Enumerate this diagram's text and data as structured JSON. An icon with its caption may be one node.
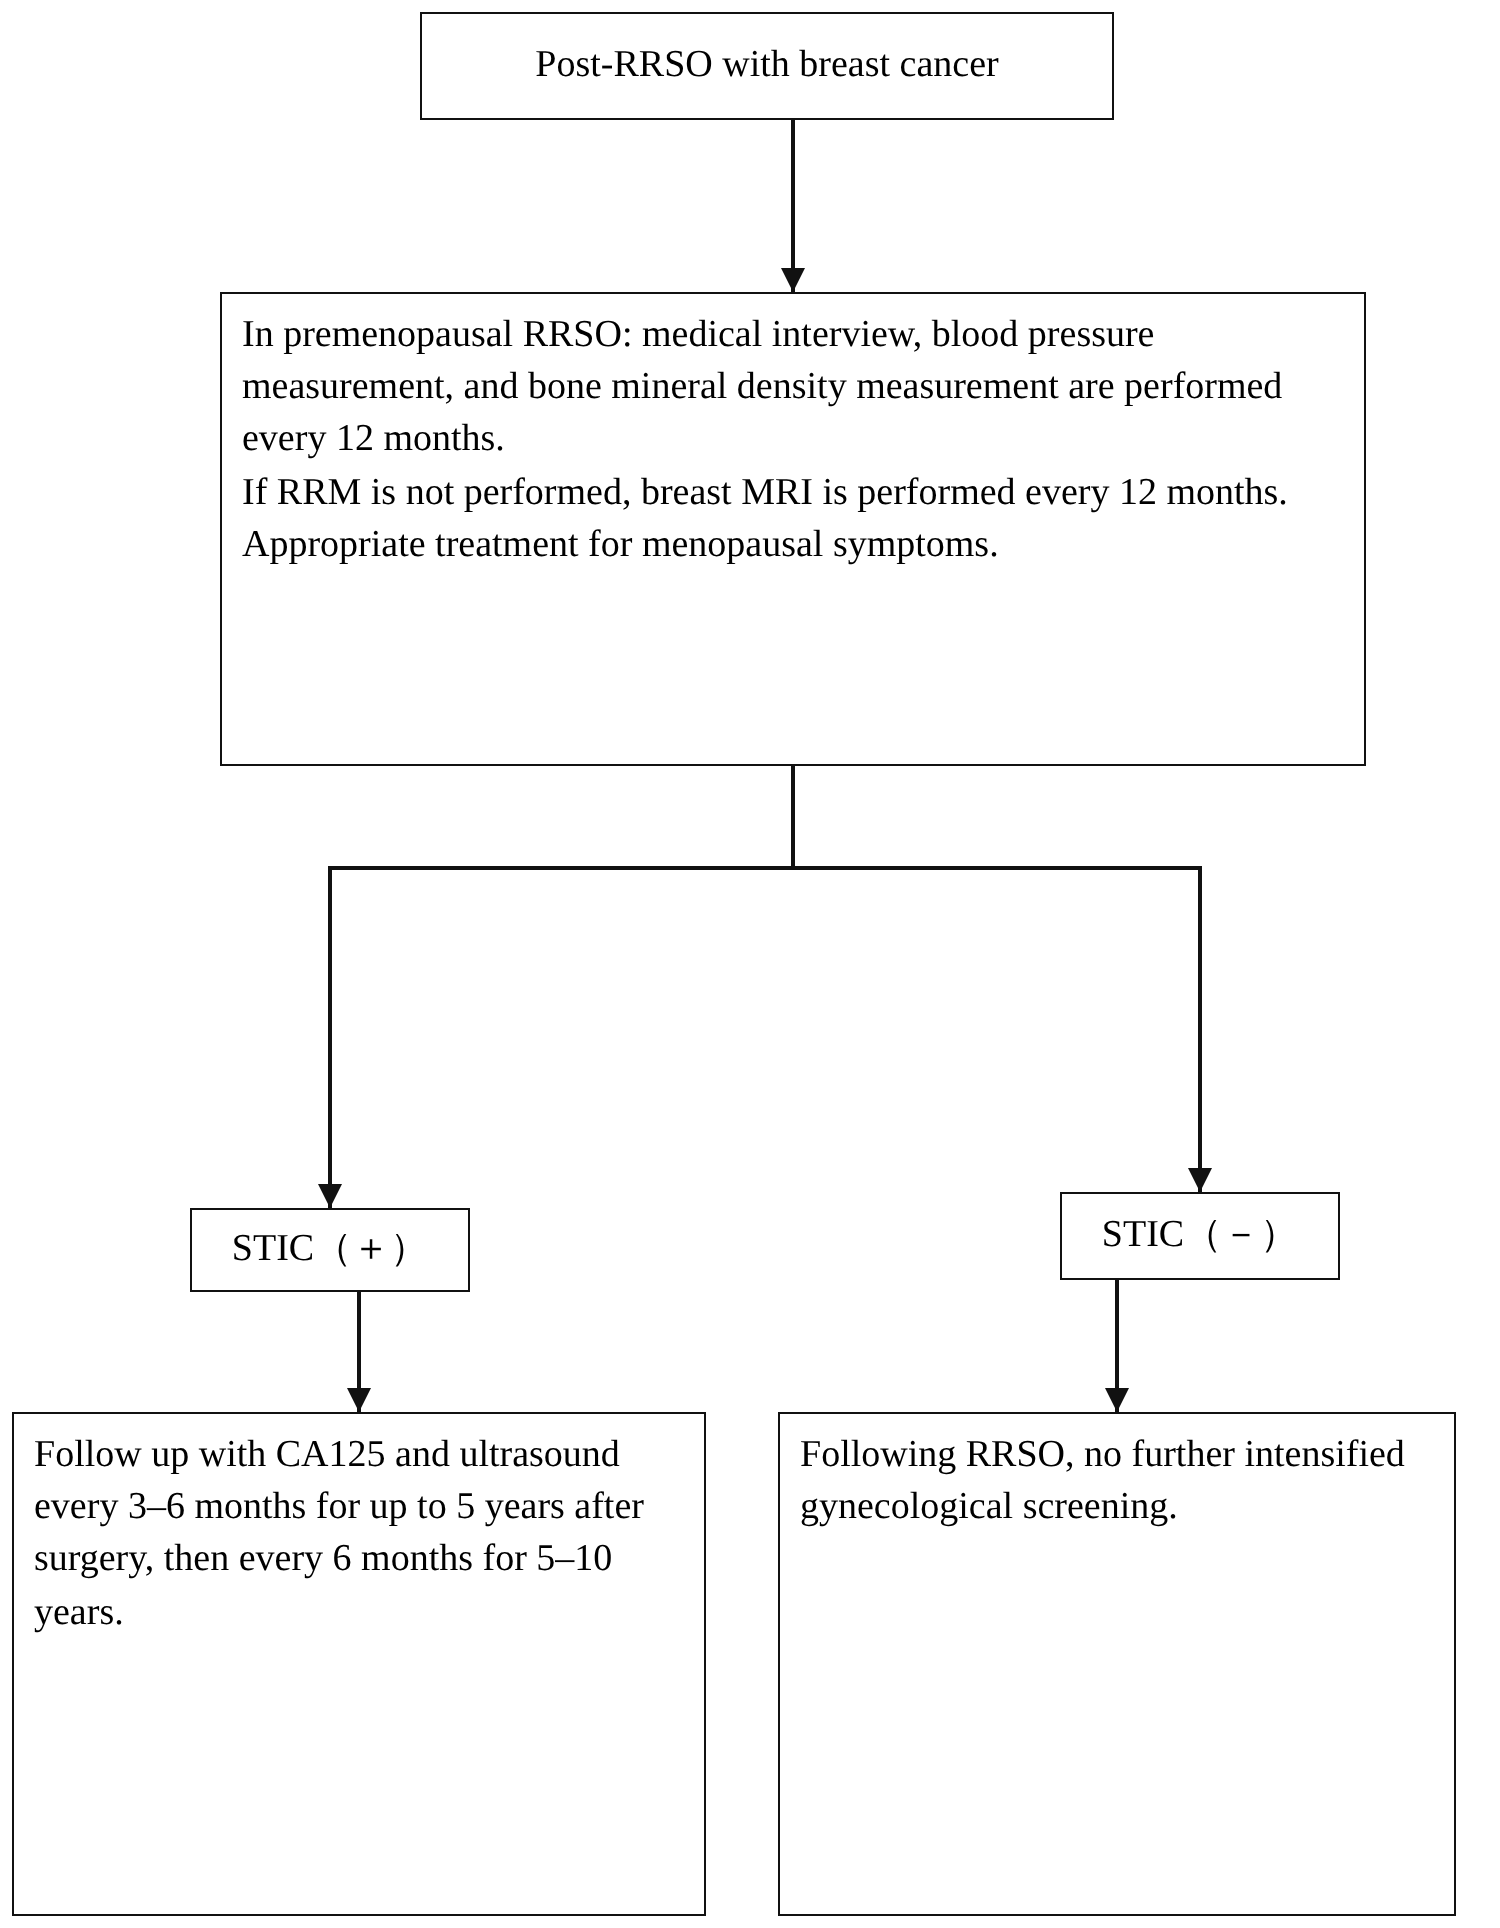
{
  "diagram": {
    "nodes": [
      {
        "text": [
          "Post-RRSO with breast cancer"
        ]
      },
      {
        "text": [
          "In premenopausal RRSO: medical interview, blood pressure measurement, and bone mineral density measurement are performed every 12 months.",
          "If RRM is not performed, breast MRI is performed every 12 months.",
          "Appropriate treatment for menopausal symptoms."
        ]
      },
      {
        "text": [
          "STIC（＋）"
        ]
      },
      {
        "text": [
          "STIC（－）"
        ]
      },
      {
        "text": [
          "Follow up with CA125 and ultrasound",
          "every 3–6 months for up to 5 years after surgery, then every 6 months for 5–10 years."
        ]
      },
      {
        "text": [
          "Following RRSO, no further intensified gynecological screening."
        ]
      }
    ],
    "edges": [
      {
        "from": 0,
        "to": 1,
        "arrow": "to"
      },
      {
        "from": 1,
        "to": 2,
        "arrow": "to"
      },
      {
        "from": 1,
        "to": 3,
        "arrow": "to"
      },
      {
        "from": 2,
        "to": 4,
        "arrow": "to"
      },
      {
        "from": 3,
        "to": 5,
        "arrow": "to"
      }
    ]
  }
}
